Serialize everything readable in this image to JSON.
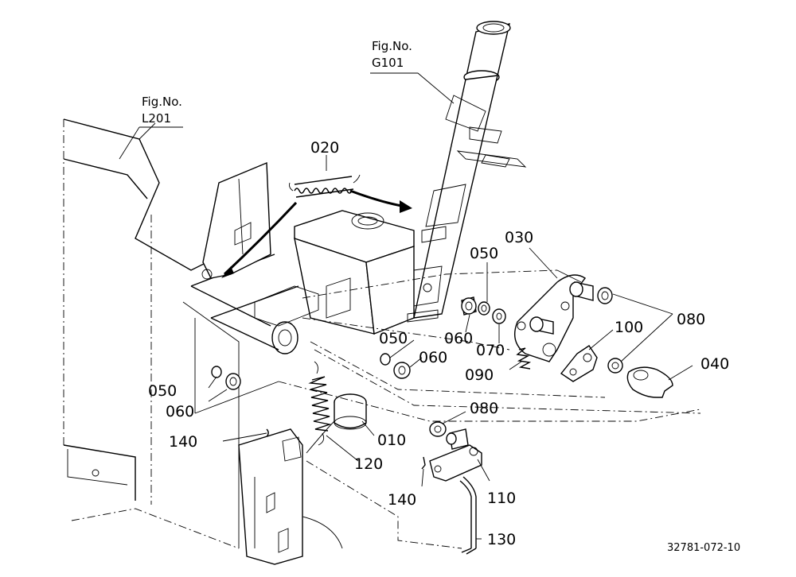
{
  "figure_refs": [
    {
      "prefix": "Fig.No.",
      "code": "G101"
    },
    {
      "prefix": "Fig.No.",
      "code": "L201"
    }
  ],
  "callouts": [
    "020",
    "030",
    "050",
    "050",
    "050",
    "060",
    "060",
    "060",
    "070",
    "080",
    "080",
    "090",
    "100",
    "040",
    "010",
    "120",
    "140",
    "140",
    "110",
    "130"
  ],
  "drawing_number": "32781-072-10"
}
